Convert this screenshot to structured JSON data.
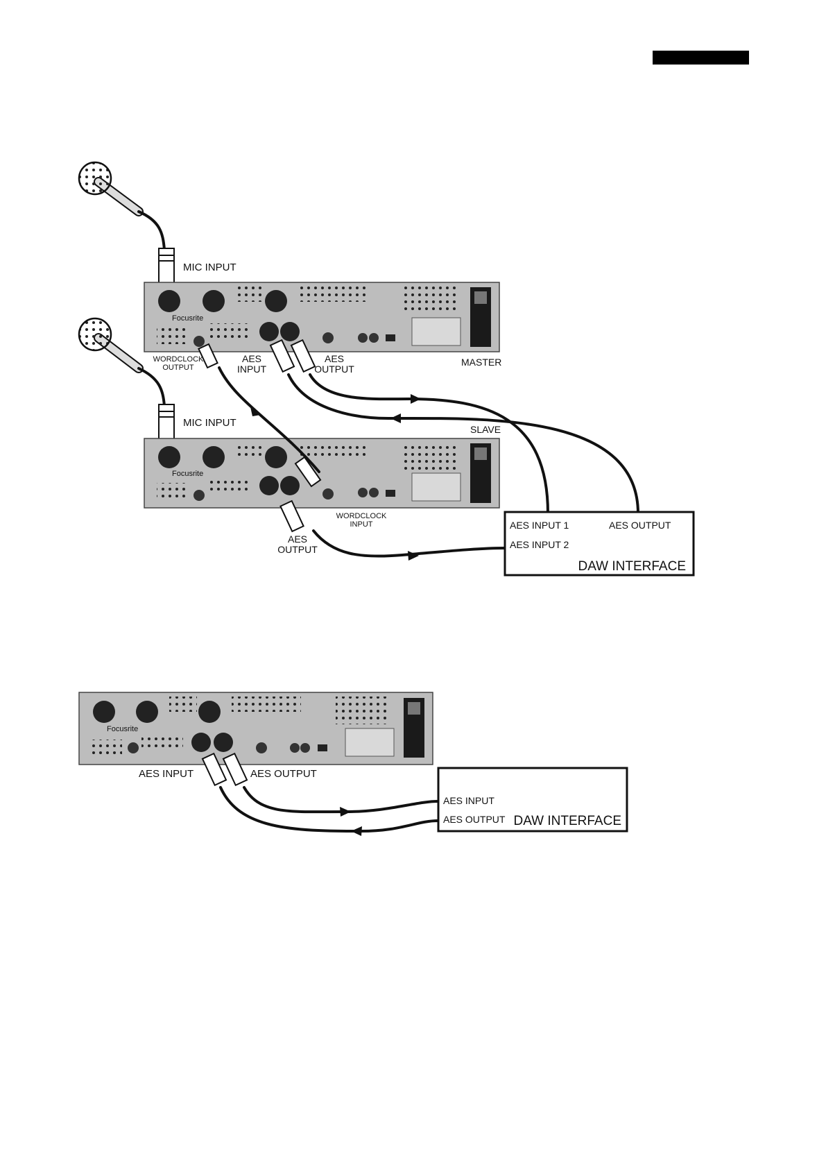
{
  "header": {
    "tab_label": ""
  },
  "brand": {
    "logo_text": "Focusrite"
  },
  "diagram1": {
    "mic_input_label_1": "MIC INPUT",
    "mic_input_label_2": "MIC INPUT",
    "master_label": "MASTER",
    "slave_label": "SLAVE",
    "wordclock_output_label": [
      "WORDCLOCK",
      "OUTPUT"
    ],
    "master_aes_input_label": [
      "AES",
      "INPUT"
    ],
    "master_aes_output_label": [
      "AES",
      "OUTPUT"
    ],
    "wordclock_input_label": [
      "WORDCLOCK",
      "INPUT"
    ],
    "slave_aes_output_label": [
      "AES",
      "OUTPUT"
    ],
    "daw": {
      "aes_input_1": "AES INPUT 1",
      "aes_input_2": "AES INPUT 2",
      "aes_output": "AES OUTPUT",
      "title": "DAW INTERFACE"
    }
  },
  "diagram2": {
    "aes_input_label": "AES INPUT",
    "aes_output_label": "AES OUTPUT",
    "daw": {
      "aes_input": "AES INPUT",
      "aes_output": "AES OUTPUT",
      "title": "DAW INTERFACE"
    }
  },
  "colors": {
    "ink": "#111111",
    "panel": "#bdbdbd",
    "paper": "#ffffff"
  }
}
